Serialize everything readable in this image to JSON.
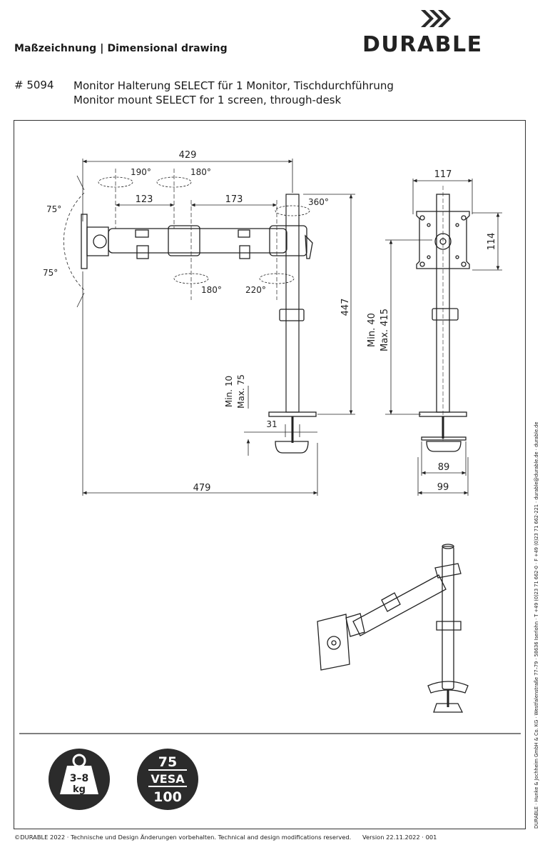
{
  "header": {
    "title": "Maßzeichnung | Dimensional drawing",
    "brand": "DURABLE"
  },
  "product": {
    "article": "# 5094",
    "name_de": "Monitor Halterung SELECT für 1 Monitor, Tischdurchführung",
    "name_en": "Monitor mount SELECT for 1 screen, through-desk"
  },
  "front_view": {
    "total_width": "429",
    "rot_top_left": "190°",
    "rot_top_mid": "180°",
    "arm1": "123",
    "arm2": "173",
    "rot_column": "360°",
    "tilt_up": "75°",
    "tilt_down": "75°",
    "rot_bottom_mid": "180°",
    "rot_bottom_right": "220°",
    "height": "447",
    "desk_min": "Min. 10",
    "desk_max": "Max. 75",
    "clamp_width": "31",
    "overall_depth": "479"
  },
  "side_view": {
    "plate_width": "117",
    "plate_height": "114",
    "height_min": "Min. 40",
    "height_max": "Max. 415",
    "clamp_inner": "89",
    "clamp_outer": "99"
  },
  "badges": {
    "weight": "3–8",
    "weight_unit": "kg",
    "vesa_top": "75",
    "vesa_label": "VESA",
    "vesa_bottom": "100"
  },
  "footer": {
    "copyright": "©DURABLE 2022 · Technische und Design Änderungen vorbehalten. Technical and design modifications reserved.",
    "version": "Version 22.11.2022 · 001",
    "company": "DURABLE · Hunke & Jochheim GmbH & Co. KG · Westfalenstraße 77–79 · 58636 Iserlohn · T +49 (0)23 71 662-0 · F +49 (0)23 71 662-221 · durable@durable.de · durable.de"
  }
}
